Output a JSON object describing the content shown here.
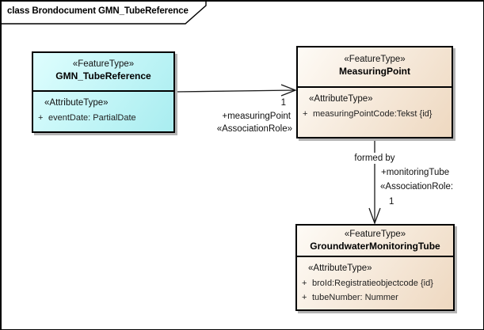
{
  "frame": {
    "title": "class Brondocument GMN_TubeReference"
  },
  "colors": {
    "class_cyan_light": "#defefe",
    "class_cyan_dark": "#a9edf0",
    "class_peach_light": "#fefbf6",
    "class_peach_dark": "#eed8c0",
    "border": "#000000",
    "shadow": "#b4b4b4",
    "background": "#ffffff"
  },
  "classes": {
    "gmn": {
      "stereotype": "«FeatureType»",
      "name": "GMN_TubeReference",
      "attr_header": "«AttributeType»",
      "attrs": [
        {
          "vis": "+",
          "text": "eventDate: PartialDate"
        }
      ]
    },
    "mp": {
      "stereotype": "«FeatureType»",
      "name": "MeasuringPoint",
      "attr_header": "«AttributeType»",
      "attrs": [
        {
          "vis": "+",
          "text": "measuringPointCode:Tekst {id}"
        }
      ]
    },
    "gmt": {
      "stereotype": "«FeatureType»",
      "name": "GroundwaterMonitoringTube",
      "attr_header": "«AttributeType»",
      "attrs": [
        {
          "vis": "+",
          "text": "broId:Registratieobjectcode {id}"
        },
        {
          "vis": "+",
          "text": "tubeNumber: Nummer"
        }
      ]
    }
  },
  "associations": {
    "to_measuring_point": {
      "multiplicity": "1",
      "role": "+measuringPoint",
      "stereotype": "«AssociationRole»"
    },
    "to_monitoring_tube": {
      "name": "formed by",
      "role": "+monitoringTube",
      "stereotype": "«AssociationRole:",
      "multiplicity": "1"
    }
  }
}
